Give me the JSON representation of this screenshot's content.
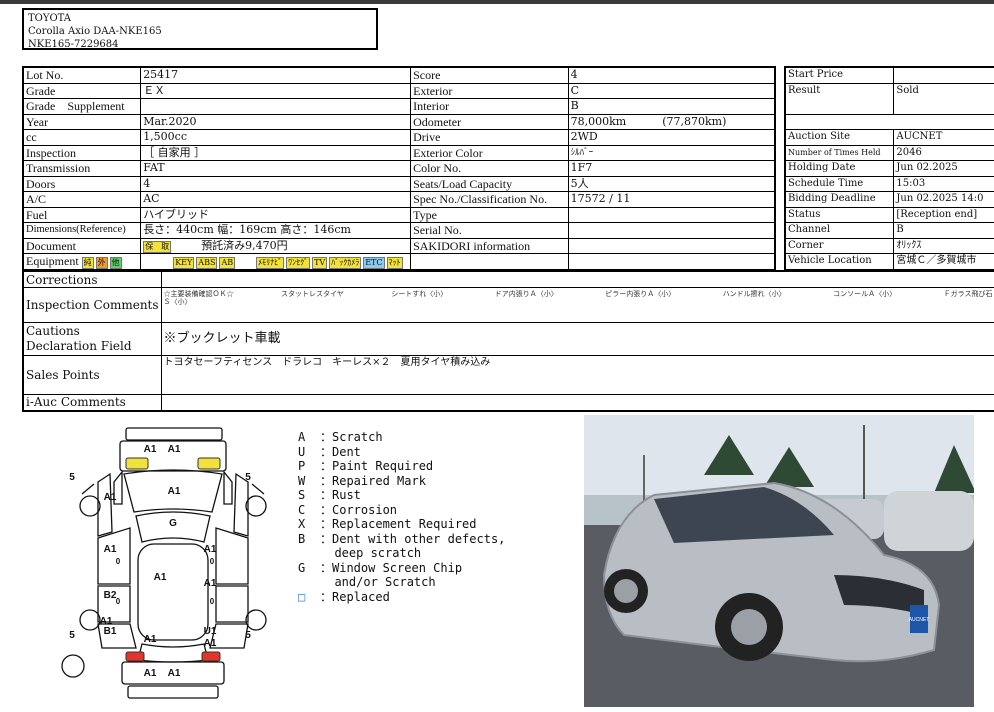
{
  "vehicle": {
    "make": "TOYOTA",
    "model": "Corolla Axio DAA-NKE165",
    "chassis": "NKE165-7229684"
  },
  "main": {
    "lot_no_label": "Lot No.",
    "lot_no": "25417",
    "grade_label": "Grade",
    "grade": "ＥＸ",
    "grade_supp_label": "Grade　Supplement",
    "grade_supp": "",
    "year_label": "Year",
    "year": "Mar.2020",
    "cc_label": "cc",
    "cc": "1,500cc",
    "inspection_label": "Inspection",
    "inspection": "［ 自家用 ］",
    "transmission_label": "Transmission",
    "transmission": "FAT",
    "doors_label": "Doors",
    "doors": "4",
    "ac_label": "A/C",
    "ac": "AC",
    "fuel_label": "Fuel",
    "fuel": "ハイブリッド",
    "dimensions_label": "Dimensions(Reference)",
    "dimensions": "長さ：440cm 幅：169cm 高さ：146cm",
    "document_label": "Document",
    "document_tag": "保　取",
    "document": "預託済み9,470円",
    "equipment_label": "Equipment",
    "score_label": "Score",
    "score": "4",
    "exterior_label": "Exterior",
    "exterior": "C",
    "interior_label": "Interior",
    "interior": "B",
    "odometer_label": "Odometer",
    "odometer": "78,000km",
    "odometer_alt": "(77,870km)",
    "drive_label": "Drive",
    "drive": "2WD",
    "ext_color_label": "Exterior Color",
    "ext_color": "ｼﾙﾊﾞｰ",
    "color_no_label": "Color No.",
    "color_no": "1F7",
    "seats_label": "Seats/Load Capacity",
    "seats": "5人",
    "spec_label": "Spec No./Classification No.",
    "spec": "17572 / 11",
    "type_label": "Type",
    "type": "",
    "serial_label": "Serial No.",
    "serial": "",
    "sakidori_label": "SAKIDORI information",
    "sakidori": ""
  },
  "equipment_tags": {
    "t1": "純",
    "t2": "外",
    "t3": "他",
    "t4": "KEY",
    "t5": "ABS",
    "t6": "AB",
    "t7": "ﾒﾓﾘﾅﾋﾞ",
    "t8": "ﾜﾝｾｸﾞ",
    "t9": "TV",
    "t10": "ﾊﾞｯｸｶﾒﾗ",
    "t11": "ETC",
    "t12": "ﾏｯﾄ"
  },
  "side": {
    "start_price_label": "Start Price",
    "start_price": "",
    "result_label": "Result",
    "result": "Sold",
    "auction_site_label": "Auction Site",
    "auction_site": "AUCNET",
    "times_held_label": "Number of Times Held",
    "times_held": "2046",
    "holding_date_label": "Holding Date",
    "holding_date": "Jun 02.2025",
    "schedule_label": "Schedule Time",
    "schedule": "15:03",
    "deadline_label": "Bidding Deadline",
    "deadline": "Jun 02.2025 14:0",
    "status_label": "Status",
    "status": "[Reception end]",
    "channel_label": "Channel",
    "channel": "B",
    "corner_label": "Corner",
    "corner": "ｵﾘｯｸｽ",
    "location_label": "Vehicle Location",
    "location": "宮城Ｃ／多賀城市"
  },
  "lower": {
    "corrections_label": "Corrections",
    "corrections": "",
    "insp_comments_label": "Inspection Comments",
    "insp_comments": [
      "☆主要装備確認ＯＫ☆",
      "スタットレスタイヤ",
      "シートすれ〈小〉",
      "ドア内張りＡ〈小〉",
      "ピラー内張りＡ〈小〉",
      "ハンドル擦れ〈小〉",
      "コンソールＡ〈小〉",
      "Ｆガラス飛び石〈小〉"
    ],
    "insp_comments_cont": "Ｓ〈小〉",
    "cautions_label1": "Cautions",
    "cautions_label2": "Declaration Field",
    "cautions": "※ブックレット車載",
    "sales_label": "Sales Points",
    "sales": "トヨタセーフティセンス　ドラレコ　キーレス×２　夏用タイヤ積み込み",
    "iauc_label": "i-Auc Comments",
    "iauc": ""
  },
  "legend": [
    {
      "code": "A",
      "desc": "：Scratch"
    },
    {
      "code": "U",
      "desc": "：Dent"
    },
    {
      "code": "P",
      "desc": "：Paint Required"
    },
    {
      "code": "W",
      "desc": "：Repaired Mark"
    },
    {
      "code": "S",
      "desc": "：Rust"
    },
    {
      "code": "C",
      "desc": "：Corrosion"
    },
    {
      "code": "X",
      "desc": "：Replacement Required"
    },
    {
      "code": "B",
      "desc": "：Dent with other defects,"
    },
    {
      "code": "",
      "desc": "  deep scratch"
    },
    {
      "code": "G",
      "desc": "：Window Screen Chip"
    },
    {
      "code": "",
      "desc": "  and/or Scratch"
    },
    {
      "code": "□",
      "desc": "：Replaced"
    }
  ],
  "diagram": {
    "marks": {
      "m1": "A1",
      "m2": "A1",
      "m3": "A1",
      "m4": "A1",
      "m5": "G",
      "m6": "A1",
      "m7": "A1",
      "m8": "A1",
      "m9": "A1",
      "m10": "A1",
      "m11": "B2",
      "m12": "B1",
      "m13": "U1",
      "m14": "A1",
      "m15": "A1",
      "m16": "A1",
      "m17": "A1",
      "n1": "5",
      "n2": "5",
      "n3": "5",
      "n4": "5",
      "z1": "0",
      "z2": "0",
      "z3": "0",
      "z4": "0"
    },
    "light_colors": {
      "front": "#f0e23a",
      "rear": "#e3332b"
    }
  },
  "photo": {
    "plate": "AUCNET"
  }
}
